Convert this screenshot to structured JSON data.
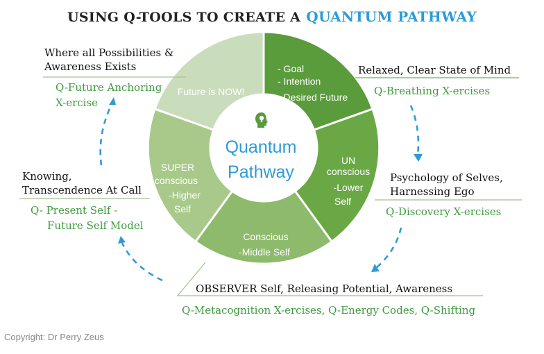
{
  "title": {
    "prefix": "USING Q-TOOLS TO CREATE A",
    "highlight": "QUANTUM PATHWAY"
  },
  "center": {
    "line1": "Quantum",
    "line2": "Pathway",
    "icon": "head-lightbulb-icon"
  },
  "segments": {
    "future": {
      "text": "Future is NOW!"
    },
    "goal": {
      "lines": [
        "- Goal",
        "- Intention",
        "- Desired Future"
      ]
    },
    "unconscious": {
      "lines": [
        "UN",
        "conscious",
        "-Lower",
        "Self"
      ]
    },
    "conscious": {
      "lines": [
        "Conscious",
        "-Middle Self"
      ]
    },
    "superconscious": {
      "lines": [
        "SUPER",
        "conscious",
        "-Higher",
        "Self"
      ]
    }
  },
  "annotations": {
    "top_left": {
      "heading": [
        "Where all Possibilities &",
        "Awareness Exists"
      ],
      "tool": [
        "Q-Future Anchoring",
        "X-ercise"
      ]
    },
    "top_right": {
      "heading": [
        "Relaxed, Clear State of Mind"
      ],
      "tool": [
        "Q-Breathing X-ercises"
      ]
    },
    "mid_right": {
      "heading": [
        "Psychology of Selves,",
        "Harnessing Ego"
      ],
      "tool": [
        "Q-Discovery X-ercises"
      ]
    },
    "bottom": {
      "heading": [
        "OBSERVER Self, Releasing Potential, Awareness"
      ],
      "tool": [
        "Q-Metacognition X-ercises, Q-Energy Codes, Q-Shifting"
      ]
    },
    "mid_left": {
      "heading": [
        "Knowing,",
        "Transcendence At Call"
      ],
      "tool": [
        "Q- Present Self -",
        "Future  Self Model"
      ]
    }
  },
  "copyright": "Copyright: Dr Perry Zeus",
  "colors": {
    "future": "#c9dcbc",
    "goal": "#5a9b3c",
    "unconscious": "#6aa845",
    "conscious": "#8dba6b",
    "superconscious": "#a9c98b",
    "accent_blue": "#2e9bd6",
    "tool_green": "#3f9a3f"
  }
}
